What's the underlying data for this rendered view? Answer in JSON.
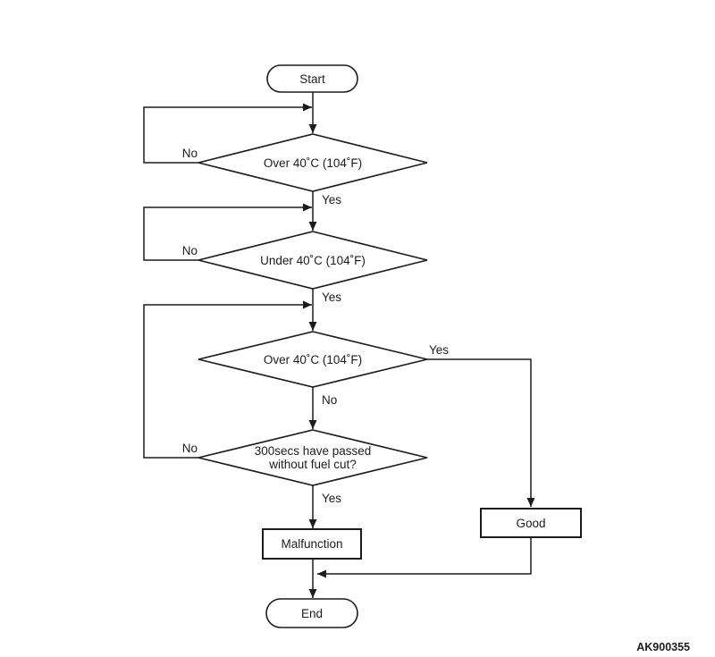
{
  "diagram": {
    "type": "flowchart",
    "figure_code": "AK900355",
    "colors": {
      "background": "#ffffff",
      "line": "#1c1c1c",
      "node_fill": "#ffffff",
      "text": "#1c1c1c"
    },
    "nodes": [
      {
        "id": "start",
        "shape": "terminator",
        "label": "Start"
      },
      {
        "id": "decision-over-40c-1",
        "shape": "decision",
        "label": "Over 40˚C (104˚F)"
      },
      {
        "id": "decision-under-40c",
        "shape": "decision",
        "label": "Under 40˚C (104˚F)"
      },
      {
        "id": "decision-over-40c-2",
        "shape": "decision",
        "label": "Over 40˚C (104˚F)"
      },
      {
        "id": "decision-300secs",
        "shape": "decision",
        "label_lines": [
          "300secs have passed",
          "without fuel cut?"
        ]
      },
      {
        "id": "malfunction",
        "shape": "process",
        "label": "Malfunction"
      },
      {
        "id": "good",
        "shape": "process",
        "label": "Good"
      },
      {
        "id": "end",
        "shape": "terminator",
        "label": "End"
      }
    ],
    "edges": [
      {
        "from": "start",
        "to": "decision-over-40c-1",
        "label": ""
      },
      {
        "from": "decision-over-40c-1",
        "to": "decision-over-40c-1",
        "label": "No"
      },
      {
        "from": "decision-over-40c-1",
        "to": "decision-under-40c",
        "label": "Yes"
      },
      {
        "from": "decision-under-40c",
        "to": "decision-under-40c",
        "label": "No"
      },
      {
        "from": "decision-under-40c",
        "to": "decision-over-40c-2",
        "label": "Yes"
      },
      {
        "from": "decision-over-40c-2",
        "to": "good",
        "label": "Yes"
      },
      {
        "from": "decision-over-40c-2",
        "to": "decision-300secs",
        "label": "No"
      },
      {
        "from": "decision-300secs",
        "to": "decision-over-40c-2",
        "label": "No"
      },
      {
        "from": "decision-300secs",
        "to": "malfunction",
        "label": "Yes"
      },
      {
        "from": "malfunction",
        "to": "end",
        "label": ""
      },
      {
        "from": "good",
        "to": "end",
        "label": ""
      }
    ]
  }
}
